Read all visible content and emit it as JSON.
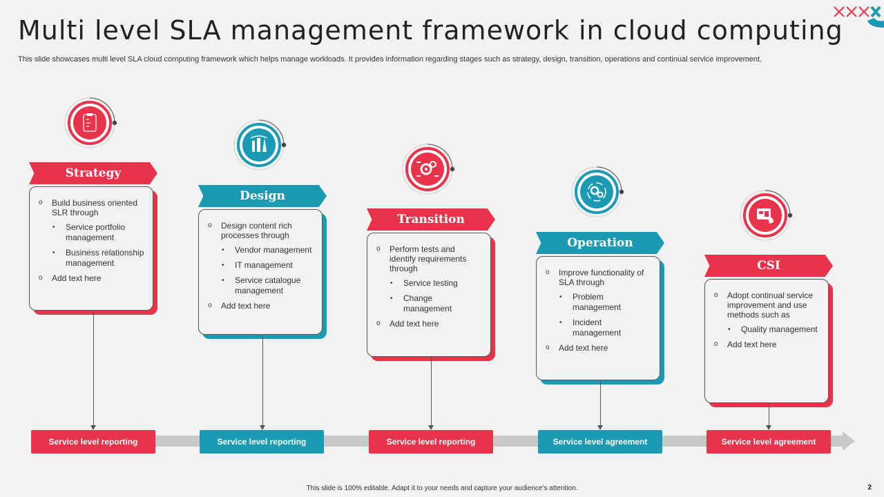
{
  "title": "Multi level SLA management framework in cloud computing",
  "subtitle": "This slide showcases multi level SLA cloud computing framework which helps manage workloads. It provides information regarding stages such as strategy, design, transition, operations and continual service improvement.",
  "footer": "This slide is 100% editable. Adapt it to your needs and capture your audience’s attention.",
  "page_number": "2",
  "colors": {
    "red": "#e8334a",
    "teal": "#1a9bb3",
    "background": "#f2f2f2"
  },
  "stages": [
    {
      "name": "Strategy",
      "color": "red",
      "icon": "clipboard-icon",
      "items": [
        {
          "level": 1,
          "text": "Build business oriented SLR through"
        },
        {
          "level": 2,
          "text": "Service portfolio management"
        },
        {
          "level": 2,
          "text": "Business relationship management"
        },
        {
          "level": 1,
          "text": "Add text here"
        }
      ],
      "bottom": "Service level reporting"
    },
    {
      "name": "Design",
      "color": "teal",
      "icon": "design-tools-icon",
      "items": [
        {
          "level": 1,
          "text": "Design content rich processes through"
        },
        {
          "level": 2,
          "text": "Vendor management"
        },
        {
          "level": 2,
          "text": "IT management"
        },
        {
          "level": 2,
          "text": "Service catalogue management"
        },
        {
          "level": 1,
          "text": "Add text here"
        }
      ],
      "bottom": "Service level reporting"
    },
    {
      "name": "Transition",
      "color": "red",
      "icon": "gears-arrows-icon",
      "items": [
        {
          "level": 1,
          "text": "Perform tests and identify requirements through"
        },
        {
          "level": 2,
          "text": "Service testing"
        },
        {
          "level": 2,
          "text": "Change management"
        },
        {
          "level": 1,
          "text": "Add text here"
        }
      ],
      "bottom": "Service level reporting"
    },
    {
      "name": "Operation",
      "color": "teal",
      "icon": "cycle-gears-icon",
      "items": [
        {
          "level": 1,
          "text": "Improve functionality of SLA through"
        },
        {
          "level": 2,
          "text": "Problem management"
        },
        {
          "level": 2,
          "text": "Incident management"
        },
        {
          "level": 1,
          "text": "Add text here"
        }
      ],
      "bottom": "Service level agreement"
    },
    {
      "name": "CSI",
      "color": "red",
      "icon": "dashboard-hand-icon",
      "items": [
        {
          "level": 1,
          "text": "Adopt continual service improvement and use methods such as"
        },
        {
          "level": 2,
          "text": "Quality management"
        },
        {
          "level": 1,
          "text": "Add text here"
        }
      ],
      "bottom": "Service level agreement"
    }
  ]
}
